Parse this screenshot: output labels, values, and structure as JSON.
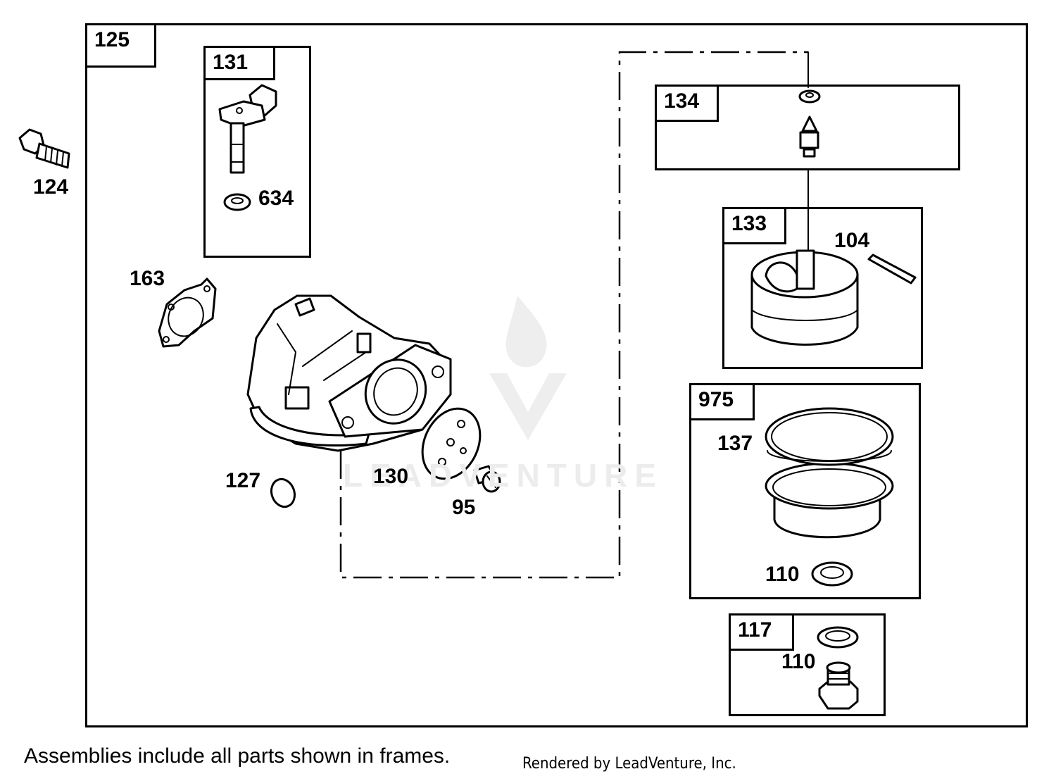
{
  "watermark": {
    "text": "LEADVENTURE",
    "color": "#e6e6e6"
  },
  "frames": {
    "main": "125",
    "f131": "131",
    "f134": "134",
    "f133": "133",
    "f975": "975",
    "f117": "117"
  },
  "parts": {
    "p124": "124",
    "p634": "634",
    "p163": "163",
    "p127": "127",
    "p130": "130",
    "p95": "95",
    "p104": "104",
    "p137": "137",
    "p110a": "110",
    "p110b": "110"
  },
  "footer": {
    "note": "Assemblies include all parts shown in frames.",
    "credit": "Rendered by LeadVenture, Inc."
  }
}
